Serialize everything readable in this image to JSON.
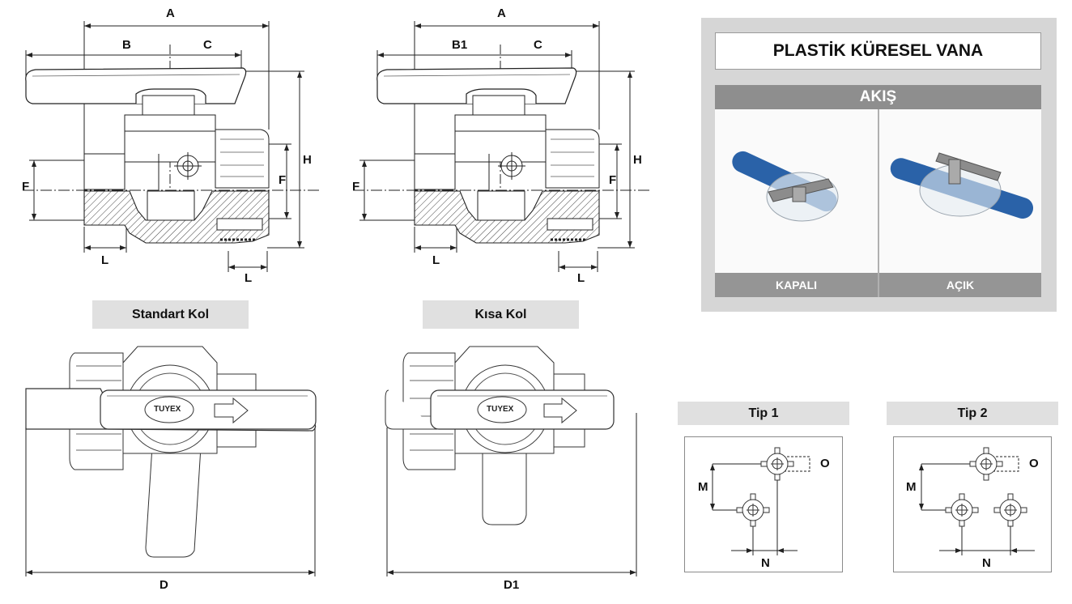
{
  "drawing_standard": {
    "dim_A": "A",
    "dim_B": "B",
    "dim_C": "C",
    "dim_F_left": "F",
    "dim_F_right": "F",
    "dim_H": "H",
    "dim_L_left": "L",
    "dim_L_right": "L"
  },
  "drawing_short": {
    "dim_A": "A",
    "dim_B1": "B1",
    "dim_C": "C",
    "dim_F_left": "F",
    "dim_F_right": "F",
    "dim_H": "H",
    "dim_L_left": "L",
    "dim_L_right": "L"
  },
  "labels": {
    "standard_handle": "Standart Kol",
    "short_handle": "Kısa Kol",
    "dim_D": "D",
    "dim_D1": "D1",
    "brand": "TUYEX"
  },
  "product_panel": {
    "title": "PLASTİK KÜRESEL VANA",
    "flow_header": "AKIŞ",
    "closed_label": "KAPALI",
    "open_label": "AÇIK",
    "pipe_color": "#2a62a8",
    "handle_color": "#8c8c8c"
  },
  "mounting": {
    "tip1": {
      "title": "Tip 1",
      "dim_M": "M",
      "dim_N": "N",
      "dim_O": "O"
    },
    "tip2": {
      "title": "Tip 2",
      "dim_M": "M",
      "dim_N": "N",
      "dim_O": "O"
    }
  }
}
